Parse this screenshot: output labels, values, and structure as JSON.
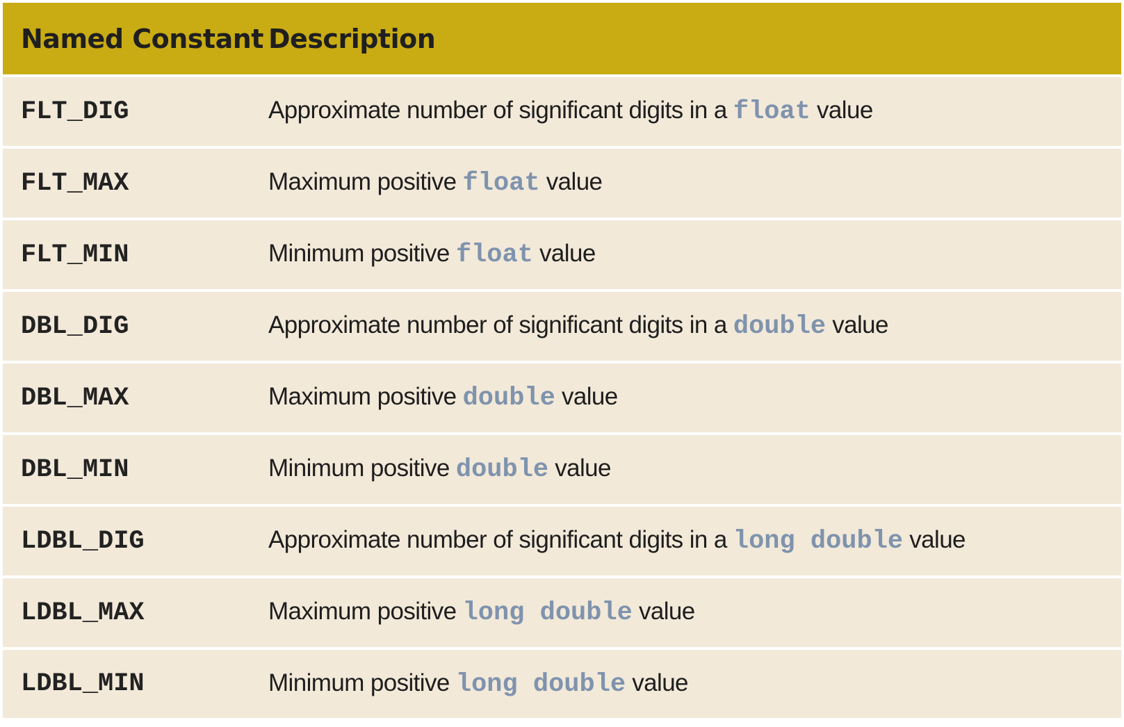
{
  "colors": {
    "header_bg": "#c9ac13",
    "row_bg": "#f2e9d9",
    "code_type": "#7f93ad"
  },
  "header": {
    "col_constant": "Named Constant",
    "col_description": "Description"
  },
  "rows": [
    {
      "constant": "FLT_DIG",
      "before": "Approximate number of significant digits in a ",
      "type": "float",
      "after": " value"
    },
    {
      "constant": "FLT_MAX",
      "before": "Maximum positive ",
      "type": "float",
      "after": " value"
    },
    {
      "constant": "FLT_MIN",
      "before": "Minimum positive ",
      "type": "float",
      "after": " value"
    },
    {
      "constant": "DBL_DIG",
      "before": "Approximate number of significant digits in a ",
      "type": "double",
      "after": " value"
    },
    {
      "constant": "DBL_MAX",
      "before": "Maximum positive ",
      "type": "double",
      "after": " value"
    },
    {
      "constant": "DBL_MIN",
      "before": "Minimum positive ",
      "type": "double",
      "after": " value"
    },
    {
      "constant": "LDBL_DIG",
      "before": "Approximate number of significant digits in a ",
      "type": "long double",
      "after": " value"
    },
    {
      "constant": "LDBL_MAX",
      "before": "Maximum positive ",
      "type": "long double",
      "after": " value"
    },
    {
      "constant": "LDBL_MIN",
      "before": "Minimum positive ",
      "type": "long double",
      "after": " value"
    }
  ]
}
